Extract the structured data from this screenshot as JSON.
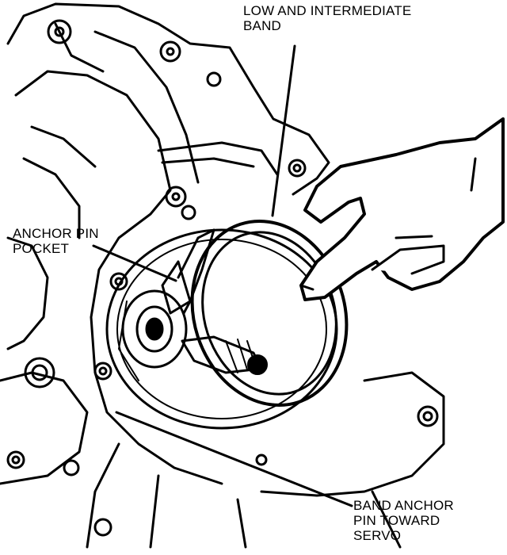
{
  "diagram": {
    "labels": {
      "band": [
        "LOW AND INTERMEDIATE",
        "BAND"
      ],
      "anchor_pocket": [
        "ANCHOR PIN",
        "POCKET"
      ],
      "anchor_servo": [
        "BAND ANCHOR",
        "PIN TOWARD",
        "SERVO"
      ]
    },
    "colors": {
      "ink": "#000000",
      "paper": "#ffffff"
    }
  }
}
